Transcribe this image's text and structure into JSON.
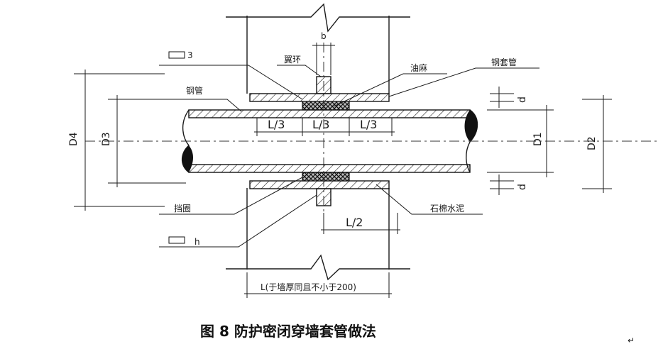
{
  "labels": {
    "wing_ring": "翼环",
    "b": "b",
    "oakum": "油麻",
    "steel_sleeve": "钢套管",
    "steel_pipe": "钢管",
    "thickness_3": "3",
    "retaining_ring": "挡圈",
    "asbestos_cement": "石棉水泥",
    "thickness_h": "h",
    "l3_1": "L/3",
    "l3_2": "L/3",
    "l3_3": "L/3",
    "l2": "L/2",
    "d4": "D4",
    "d3": "D3",
    "d1": "D1",
    "d2": "D2",
    "d_top": "d",
    "d_bottom": "d",
    "wall_length": "L(于墙厚同且不小于200)"
  },
  "caption": "图 8  防护密闭穿墙套管做法",
  "return_mark": "↵"
}
